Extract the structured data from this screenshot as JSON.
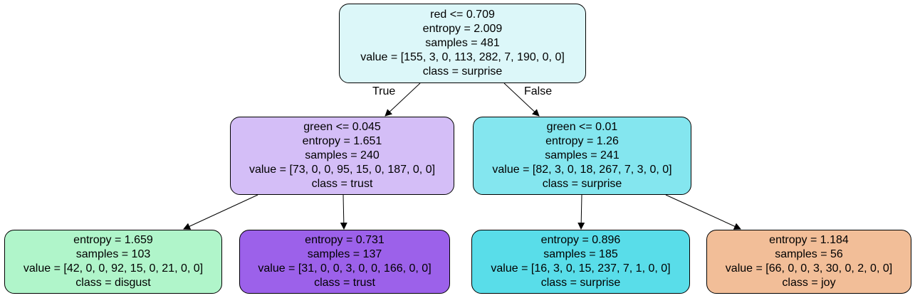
{
  "edge_labels": {
    "true_label": "True",
    "false_label": "False"
  },
  "nodes": {
    "root": {
      "split": "red <= 0.709",
      "entropy": "entropy = 2.009",
      "samples": "samples = 481",
      "value": "value = [155, 3, 0, 113, 282, 7, 190, 0, 0]",
      "class": "class = surprise",
      "fill": "#dcf7f9"
    },
    "left": {
      "split": "green <= 0.045",
      "entropy": "entropy = 1.651",
      "samples": "samples = 240",
      "value": "value = [73, 0, 0, 95, 15, 0, 187, 0, 0]",
      "class": "class = trust",
      "fill": "#d4bef7"
    },
    "right": {
      "split": "green <= 0.01",
      "entropy": "entropy = 1.26",
      "samples": "samples = 241",
      "value": "value = [82, 3, 0, 18, 267, 7, 3, 0, 0]",
      "class": "class = surprise",
      "fill": "#84e6ef"
    },
    "leaf1": {
      "entropy": "entropy = 1.659",
      "samples": "samples = 103",
      "value": "value = [42, 0, 0, 92, 15, 0, 21, 0, 0]",
      "class": "class = disgust",
      "fill": "#b0f5ca"
    },
    "leaf2": {
      "entropy": "entropy = 0.731",
      "samples": "samples = 137",
      "value": "value = [31, 0, 0, 3, 0, 0, 166, 0, 0]",
      "class": "class = trust",
      "fill": "#9c61ea"
    },
    "leaf3": {
      "entropy": "entropy = 0.896",
      "samples": "samples = 185",
      "value": "value = [16, 3, 0, 15, 237, 7, 1, 0, 0]",
      "class": "class = surprise",
      "fill": "#59dde9"
    },
    "leaf4": {
      "entropy": "entropy = 1.184",
      "samples": "samples = 56",
      "value": "value = [66, 0, 0, 3, 30, 0, 2, 0, 0]",
      "class": "class = joy",
      "fill": "#f2be98"
    }
  }
}
